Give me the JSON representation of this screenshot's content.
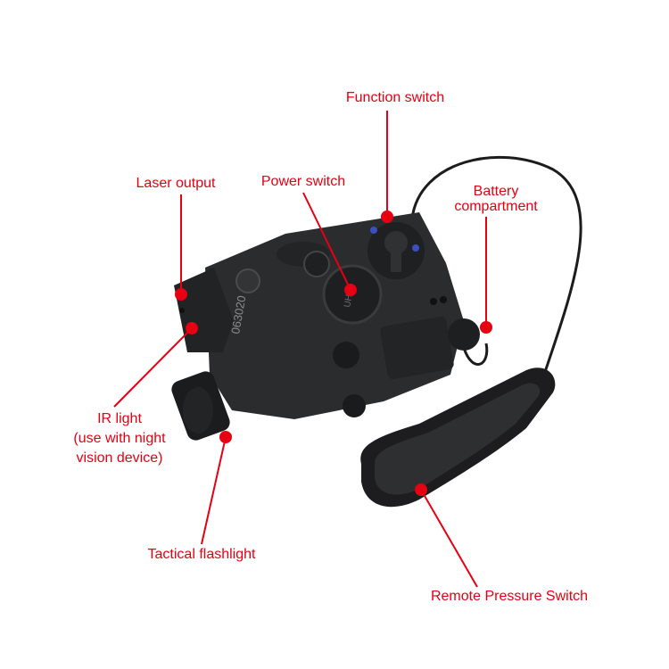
{
  "labels": {
    "function_switch": "Function switch",
    "laser_output": "Laser output",
    "power_switch": "Power switch",
    "battery_line1": "Battery",
    "battery_line2": "compartment",
    "ir_line1": "IR light",
    "ir_line2": "(use with night",
    "ir_line3": "vision device)",
    "tactical_flashlight": "Tactical flashlight",
    "remote_pressure_switch": "Remote Pressure Switch"
  },
  "device": {
    "serial": "063020",
    "power_button_text": "UHP"
  },
  "colors": {
    "annotation": "#e60012",
    "device_body": "#2b2c2e",
    "background": "#ffffff"
  }
}
